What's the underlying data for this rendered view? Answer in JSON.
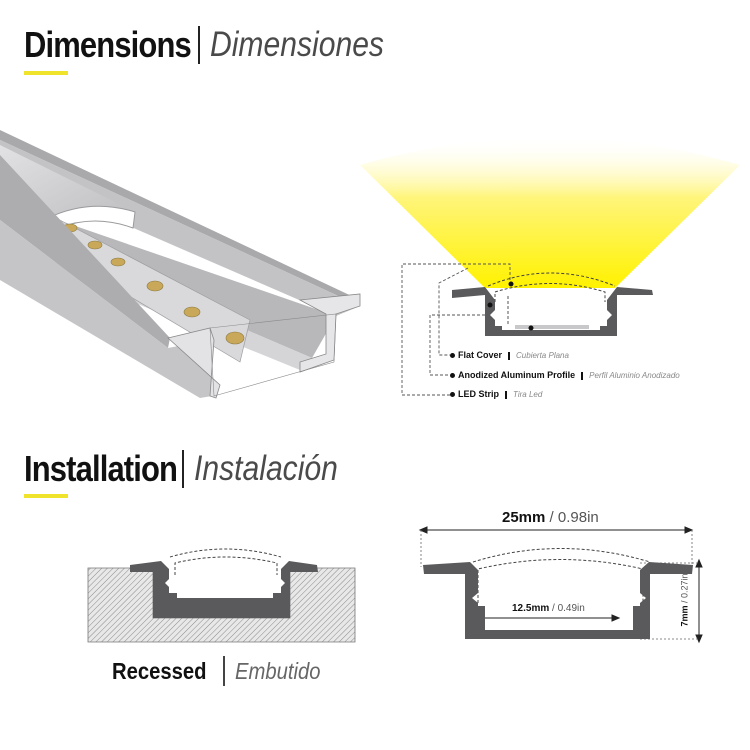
{
  "dimensions_section": {
    "title_en": "Dimensions",
    "title_es": "Dimensiones",
    "accent_color": "#f0e32b"
  },
  "components_legend": [
    {
      "label_en": "Flat Cover",
      "label_es": "Cubierta Plana"
    },
    {
      "label_en": "Anodized Aluminum Profile",
      "label_es": "Perfil Aluminio Anodizado"
    },
    {
      "label_en": "LED Strip",
      "label_es": "Tira Led"
    }
  ],
  "installation_section": {
    "title_en": "Installation",
    "title_es": "Instalación",
    "accent_color": "#f0e32b"
  },
  "installation_type": {
    "label_en": "Recessed",
    "label_es": "Embutido"
  },
  "measurements": {
    "width": {
      "mm": "25mm",
      "in": "0.98in"
    },
    "inner_width": {
      "mm": "12.5mm",
      "in": "0.49in"
    },
    "height": {
      "mm": "7mm",
      "in": "0.27in"
    }
  },
  "colors": {
    "profile_dark": "#5a5a5c",
    "aluminum_light": "#c9c9cb",
    "light_beam": "#fff200",
    "led_chip": "#c9a85a"
  }
}
